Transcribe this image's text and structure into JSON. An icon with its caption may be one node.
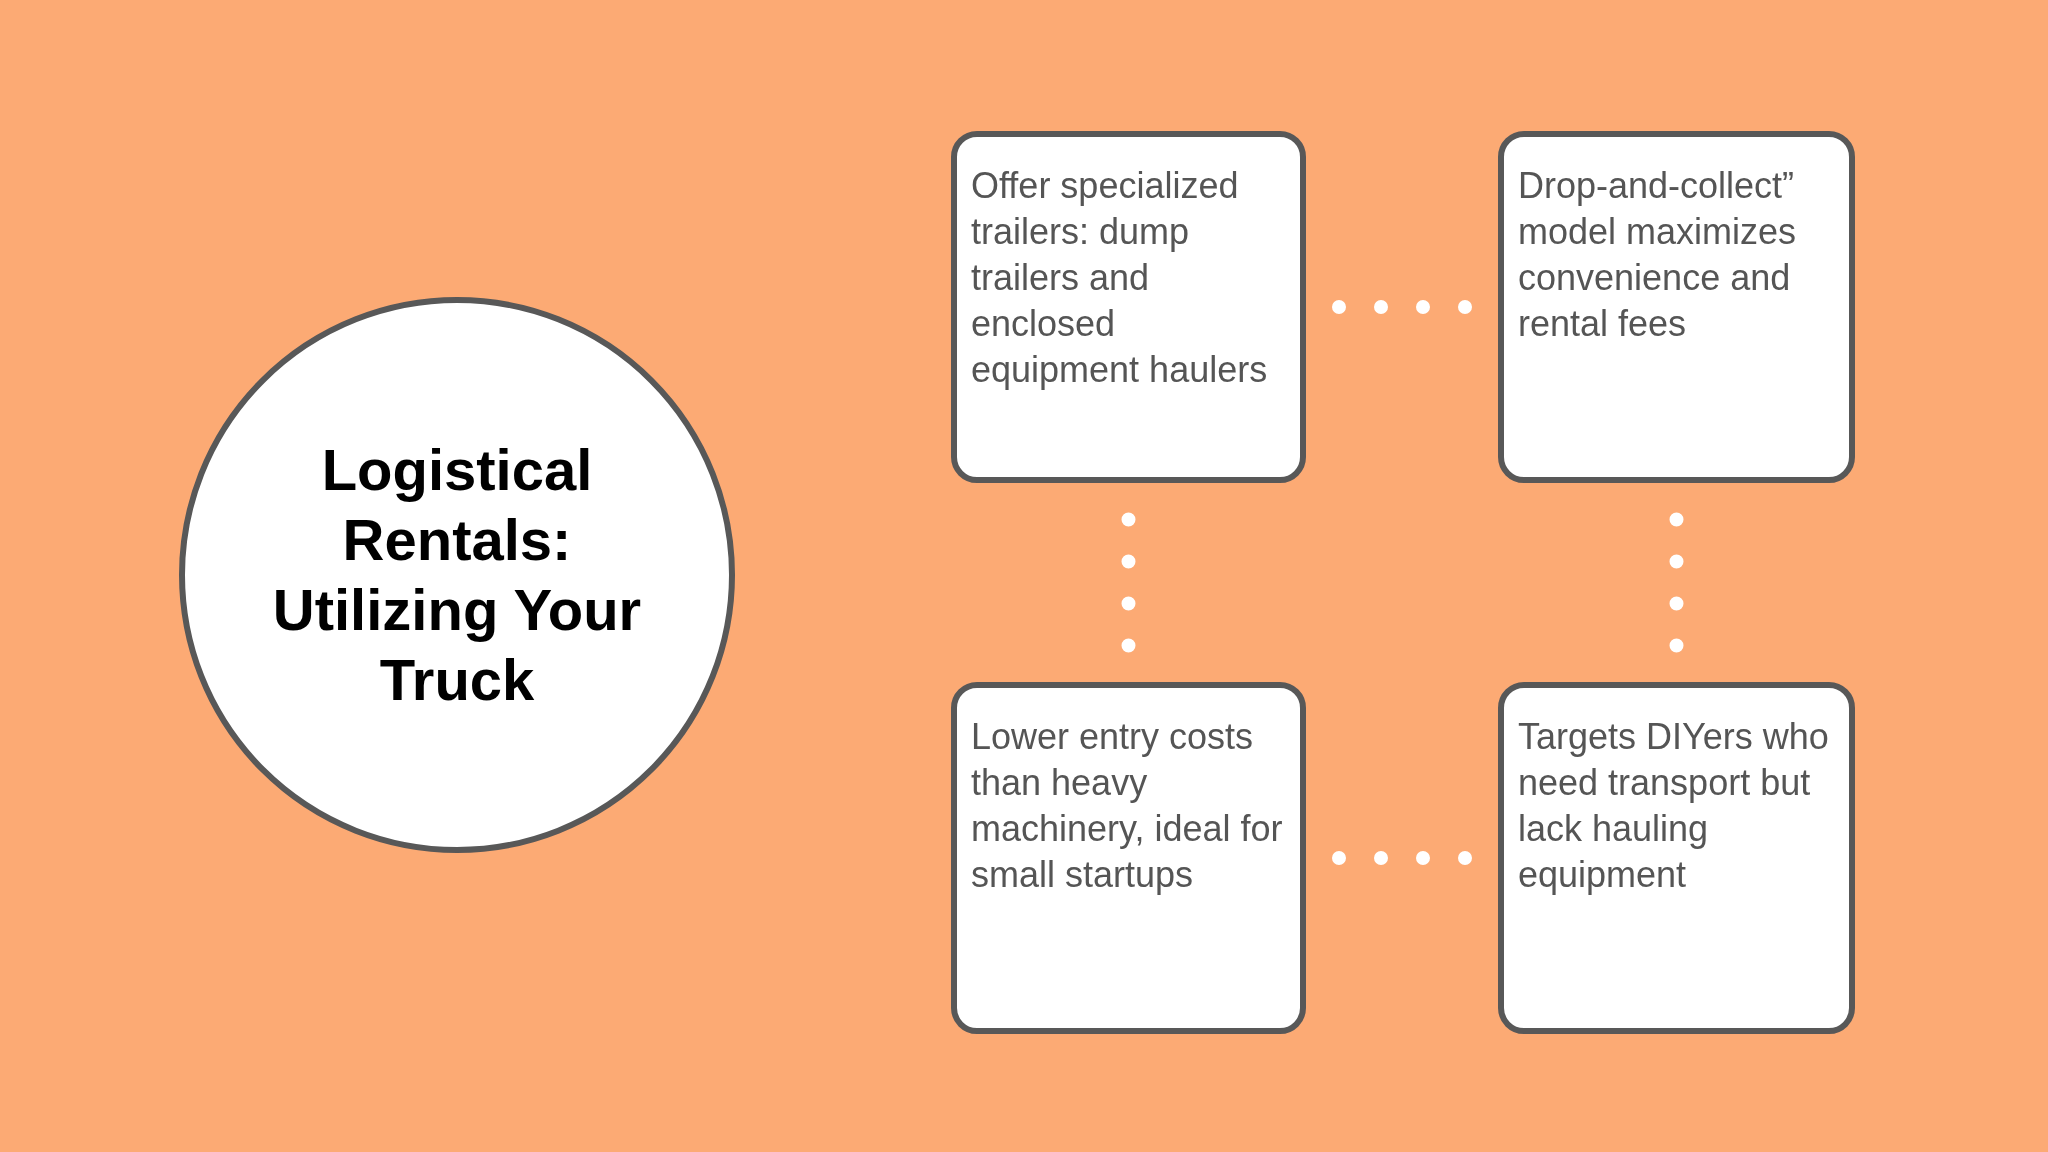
{
  "diagram": {
    "nodes": [
      {
        "text": [
          "Logistical Rentals: Utilizing Your Truck"
        ]
      },
      {
        "text": [
          "Offer specialized trailers: dump trailers and enclosed equipment haulers"
        ]
      },
      {
        "text": [
          "Drop-and-collect” model maximizes convenience and rental fees"
        ]
      },
      {
        "text": [
          "Lower entry costs than heavy machinery, ideal for small startups"
        ]
      },
      {
        "text": [
          "Targets DIYers who need transport but lack hauling equipment"
        ]
      }
    ],
    "edges": [
      {
        "from": 1,
        "to": 2,
        "arrow": "none",
        "style": "dashed"
      },
      {
        "from": 1,
        "to": 3,
        "arrow": "none",
        "style": "dashed"
      },
      {
        "from": 2,
        "to": 4,
        "arrow": "none",
        "style": "dashed"
      },
      {
        "from": 3,
        "to": 4,
        "arrow": "none",
        "style": "dashed"
      }
    ]
  }
}
